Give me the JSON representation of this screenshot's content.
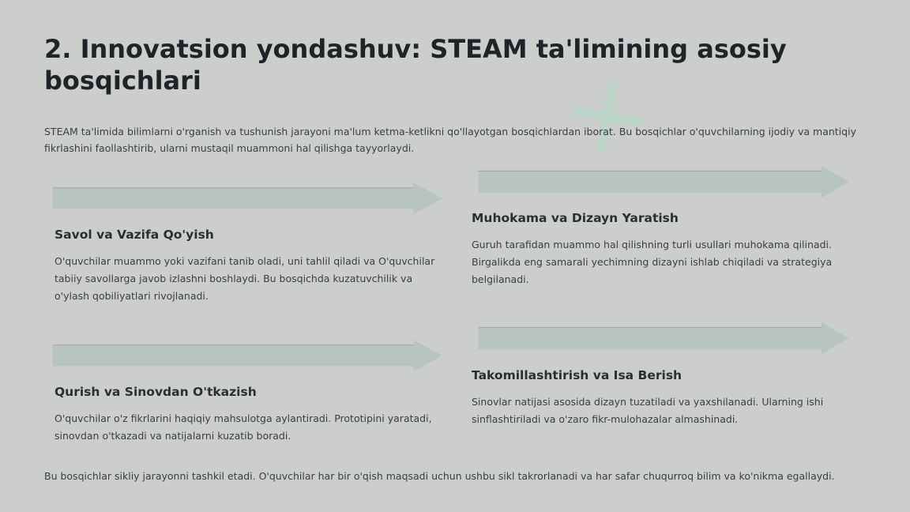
{
  "slide": {
    "title": "2. Innovatsion yondashuv: STEAM ta'limining asosiy bosqichlari",
    "intro": "STEAM ta'limida bilimlarni o'rganish va tushunish jarayoni ma'lum ketma-ketlikni qo'llayotgan bosqichlardan iborat. Bu bosqichlar o'quvchilarning ijodiy va mantiqiy fikrlashini faollashtirib, ularni mustaqil muammoni hal qilishga tayyorlaydi.",
    "steps": [
      {
        "title": "Savol va Vazifa Qo'yish",
        "description": "O'quvchilar muammo yoki vazifani tanib oladi, uni tahlil qiladi va O'quvchilar tabiiy savollarga javob izlashni boshlaydi. Bu bosqichda kuzatuvchilik va o'ylash qobiliyatlari rivojlanadi."
      },
      {
        "title": "Muhokama va Dizayn Yaratish",
        "description": "Guruh tarafidan muammo hal qilishning turli usullari muhokama qilinadi. Birgalikda eng samarali yechimning dizayni ishlab chiqiladi va strategiya belgilanadi."
      },
      {
        "title": "Qurish va Sinovdan O'tkazish",
        "description": "O'quvchilar o'z fikrlarini haqiqiy mahsulotga aylantiradi. Prototipini yaratadi, sinovdan o'tkazadi va natijalarni kuzatib boradi."
      },
      {
        "title": "Takomillashtirish va Isa Berish",
        "description": "Sinovlar natijasi asosida dizayn tuzatiladi va yaxshilanadi. Ularning ishi sinflashtiriladi va o'zaro fikr-mulohazalar almashinadi."
      }
    ],
    "footer": "Bu bosqichlar sikliy jarayonni tashkil etadi. O'quvchilar har bir o'qish maqsadi uchun ushbu sikl takrorlanadi va har safar chuqurroq bilim va ko'nikma egallaydi.",
    "arrow_color": "#b7c4c0",
    "background_color": "#cccdcd"
  }
}
